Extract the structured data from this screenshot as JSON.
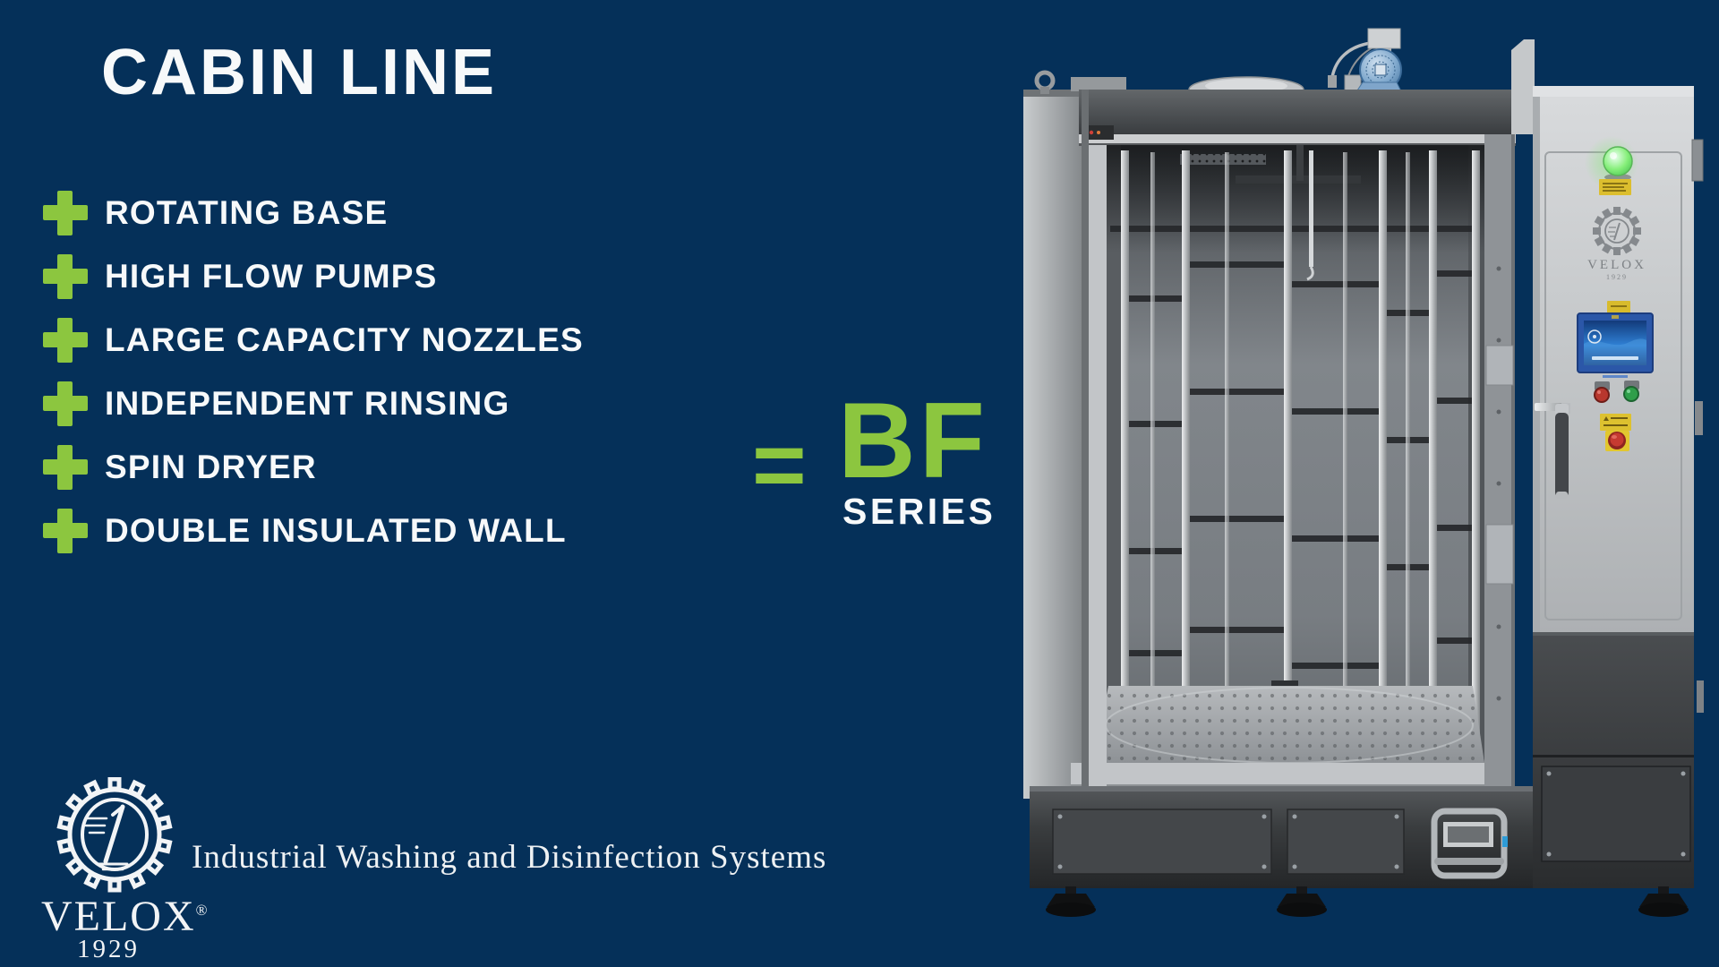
{
  "colors": {
    "background": "#053059",
    "accent_green": "#8CC63F",
    "text_white": "#F7F9FA"
  },
  "icons": {
    "feature_bullet": "plus",
    "brand_logo": "gear-with-stylized-1"
  },
  "title": "CABIN LINE",
  "features": {
    "items": [
      {
        "label": "ROTATING BASE"
      },
      {
        "label": "HIGH FLOW PUMPS"
      },
      {
        "label": "LARGE CAPACITY NOZZLES"
      },
      {
        "label": "INDEPENDENT RINSING"
      },
      {
        "label": "SPIN DRYER"
      },
      {
        "label": "DOUBLE INSULATED WALL"
      }
    ]
  },
  "series": {
    "equals": "=",
    "code": "BF",
    "label": "SERIES"
  },
  "brand": {
    "name": "VELOX",
    "registered": "®",
    "year": "1929",
    "tagline": "Industrial Washing and Disinfection Systems"
  },
  "machine": {
    "etched_brand": "VELOX",
    "etched_year": "1929"
  }
}
